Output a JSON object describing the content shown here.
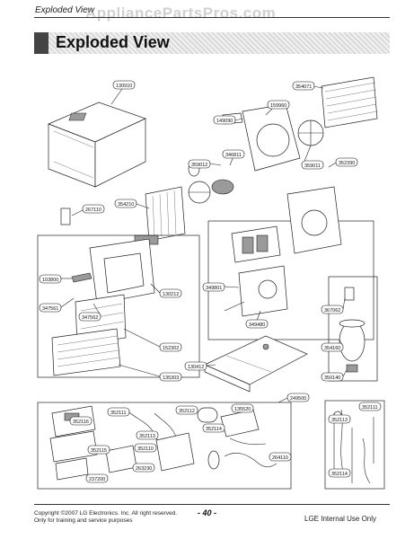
{
  "header": {
    "running_head": "Exploded View",
    "watermark": "AppliancePartsPros.com",
    "title": "Exploded View"
  },
  "part_labels": {
    "p130910": "130910",
    "p354071": "354071",
    "p149090": "149090",
    "p159960": "159960",
    "p359012": "359012",
    "p346811": "346811",
    "p359011": "359011",
    "p352390": "352390",
    "p267110": "267110",
    "p354210": "354210",
    "p103800": "103800",
    "p130212": "130212",
    "p347561": "347561",
    "p347562": "347562",
    "p152302": "152302",
    "p135303": "135303",
    "p349801": "349801",
    "p349480": "349480",
    "p367062": "367062",
    "p354160": "354160",
    "p350140": "350140",
    "p130412": "130412",
    "p249500": "249500",
    "p352111": "352111",
    "p352112": "352112",
    "p352113": "352113",
    "p352114": "352114",
    "p352110": "352110",
    "p352115": "352115",
    "p352116": "352116",
    "p263230": "263230",
    "p237200": "237200",
    "p135520": "135520",
    "p264110": "264110",
    "p352111b": "352111",
    "p352113b": "352113",
    "p352114b": "352114"
  },
  "footer": {
    "copyright": "Copyright ©2007 LG Electronics. Inc. All right reserved.",
    "usage": "Only for training and service purposes",
    "page_number": "- 40 -",
    "internal": "LGE Internal Use Only"
  }
}
